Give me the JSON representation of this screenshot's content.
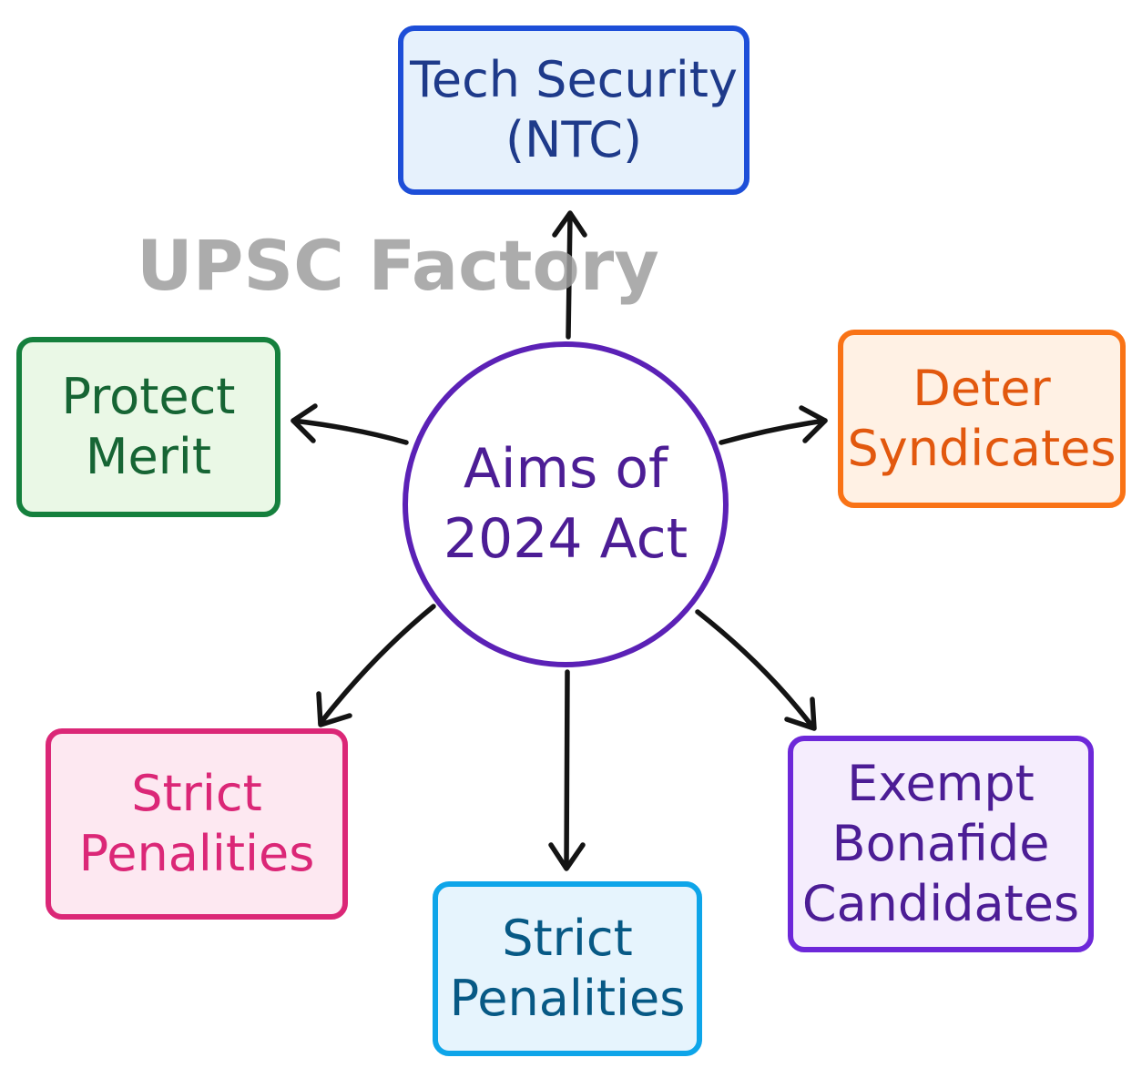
{
  "watermark": "UPSC Factory",
  "center": {
    "label": "Aims of\n2024 Act",
    "color": "#5b21b6"
  },
  "nodes": [
    {
      "id": "tech",
      "label": "Tech Security\n(NTC)",
      "border": "#1d4ed8",
      "fill": "#e6f1fc"
    },
    {
      "id": "deter",
      "label": "Deter\nSyndicates",
      "border": "#f97316",
      "fill": "#fff1e4"
    },
    {
      "id": "merit",
      "label": "Protect\nMerit",
      "border": "#15803d",
      "fill": "#eaf8e6"
    },
    {
      "id": "pen-left",
      "label": "Strict\nPenalities",
      "border": "#db2777",
      "fill": "#fde8f1"
    },
    {
      "id": "pen-bottom",
      "label": "Strict\nPenalities",
      "border": "#0ea5e9",
      "fill": "#e6f4fd"
    },
    {
      "id": "exempt",
      "label": "Exempt\nBonafide\nCandidates",
      "border": "#6d28d9",
      "fill": "#f5edfd"
    }
  ],
  "edges": [
    {
      "from": "center",
      "to": "tech"
    },
    {
      "from": "center",
      "to": "deter"
    },
    {
      "from": "center",
      "to": "merit"
    },
    {
      "from": "center",
      "to": "pen-left"
    },
    {
      "from": "center",
      "to": "pen-bottom"
    },
    {
      "from": "center",
      "to": "exempt"
    }
  ]
}
